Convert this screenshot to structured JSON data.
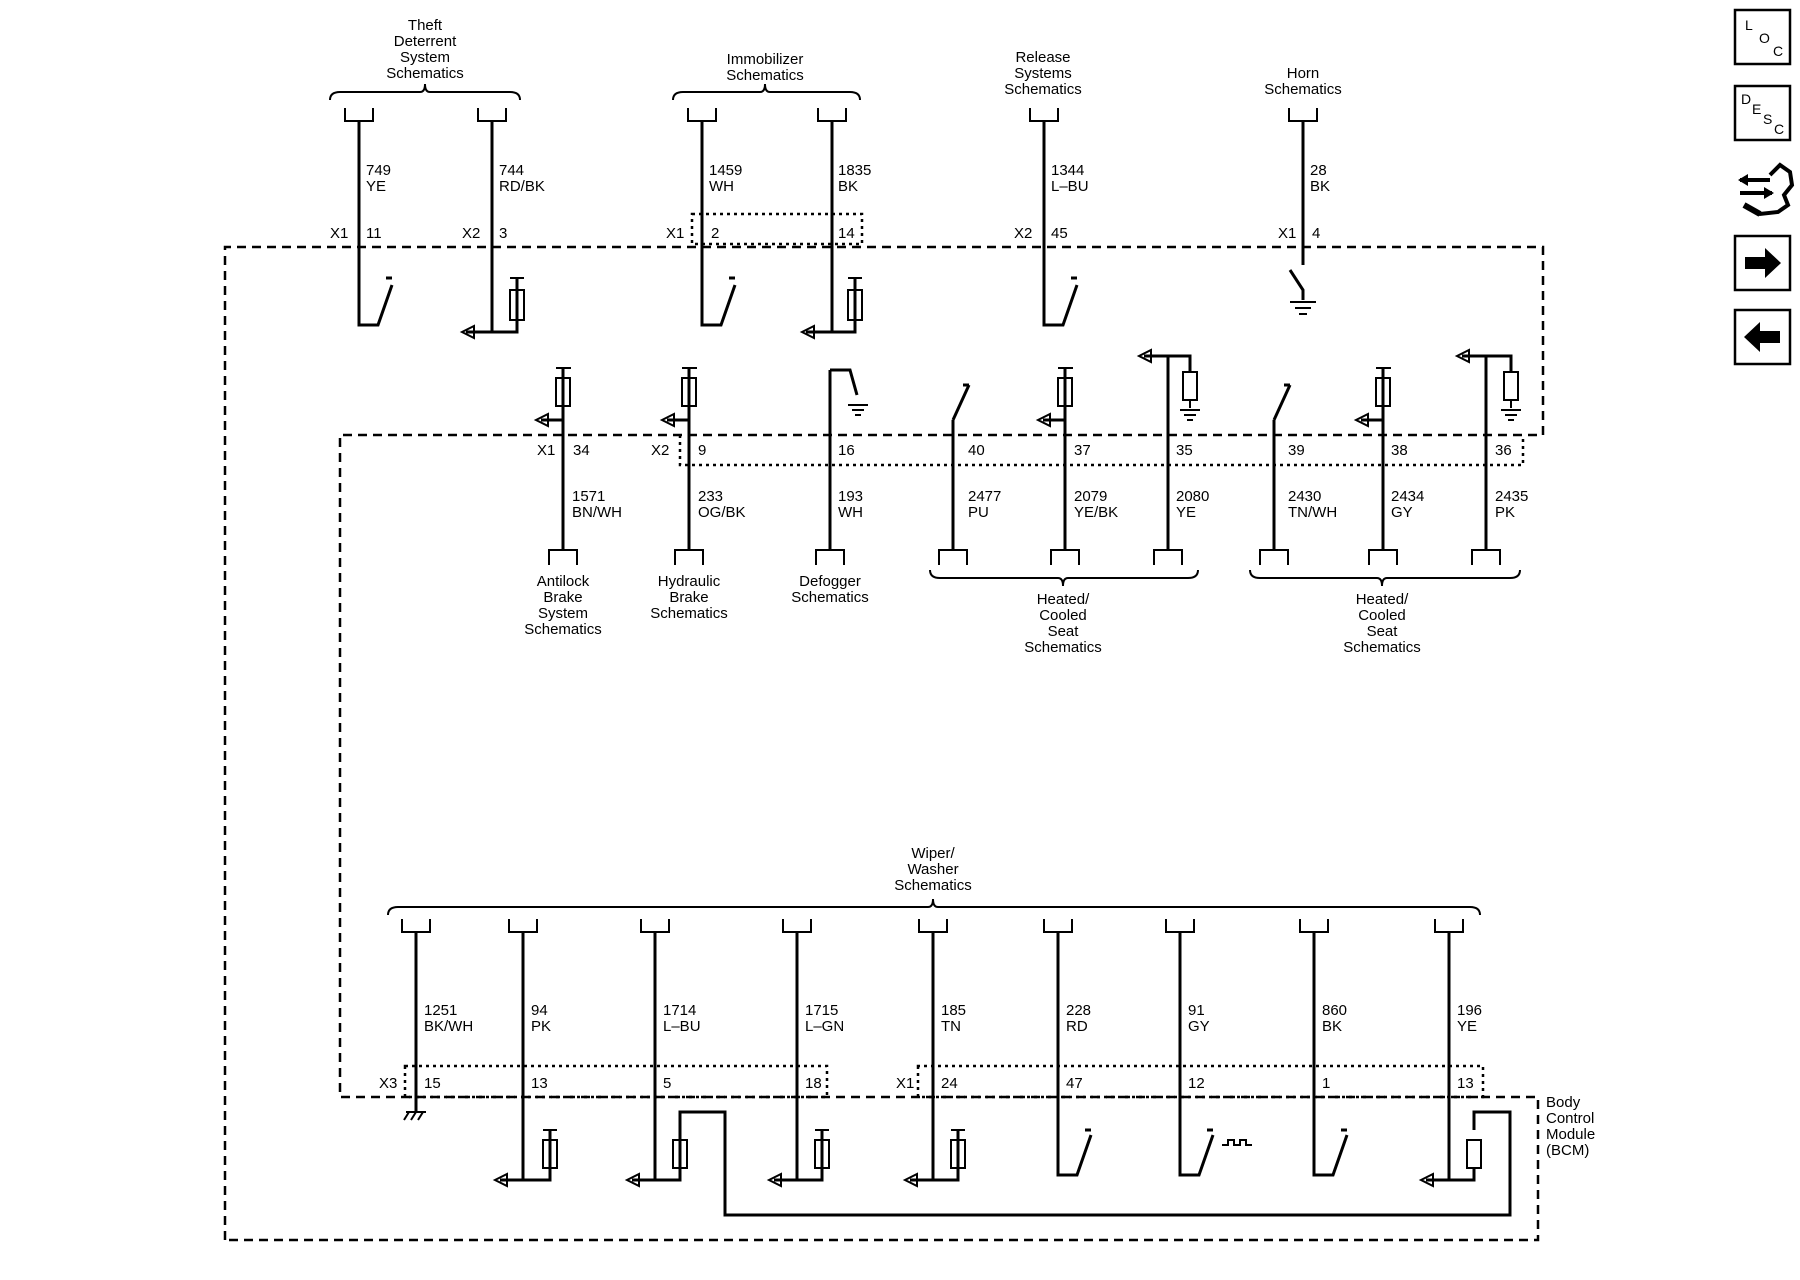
{
  "module": {
    "label_lines": [
      "Body",
      "Control",
      "Module",
      "(BCM)"
    ]
  },
  "top_groups": [
    {
      "lines": [
        "Theft",
        "Deterrent",
        "System",
        "Schematics"
      ]
    },
    {
      "lines": [
        "Immobilizer",
        "Schematics"
      ]
    },
    {
      "lines": [
        "Release",
        "Systems",
        "Schematics"
      ]
    },
    {
      "lines": [
        "Horn",
        "Schematics"
      ]
    }
  ],
  "top_circuits": [
    {
      "circuit": "749",
      "color": "YE",
      "connector": "X1",
      "pin": "11"
    },
    {
      "circuit": "744",
      "color": "RD/BK",
      "connector": "X2",
      "pin": "3"
    },
    {
      "circuit": "1459",
      "color": "WH",
      "connector": "X1",
      "pin": "2"
    },
    {
      "circuit": "1835",
      "color": "BK",
      "connector": "",
      "pin": "14"
    },
    {
      "circuit": "1344",
      "color": "L–BU",
      "connector": "X2",
      "pin": "45"
    },
    {
      "circuit": "28",
      "color": "BK",
      "connector": "X1",
      "pin": "4"
    }
  ],
  "middle_circuits": [
    {
      "circuit": "1571",
      "color": "BN/WH",
      "connector": "X1",
      "pin": "34"
    },
    {
      "circuit": "233",
      "color": "OG/BK",
      "connector": "X2",
      "pin": "9"
    },
    {
      "circuit": "193",
      "color": "WH",
      "connector": "",
      "pin": "16"
    },
    {
      "circuit": "2477",
      "color": "PU",
      "connector": "",
      "pin": "40"
    },
    {
      "circuit": "2079",
      "color": "YE/BK",
      "connector": "",
      "pin": "37"
    },
    {
      "circuit": "2080",
      "color": "YE",
      "connector": "",
      "pin": "35"
    },
    {
      "circuit": "2430",
      "color": "TN/WH",
      "connector": "",
      "pin": "39"
    },
    {
      "circuit": "2434",
      "color": "GY",
      "connector": "",
      "pin": "38"
    },
    {
      "circuit": "2435",
      "color": "PK",
      "connector": "",
      "pin": "36"
    }
  ],
  "middle_groups": [
    {
      "lines": [
        "Antilock",
        "Brake",
        "System",
        "Schematics"
      ]
    },
    {
      "lines": [
        "Hydraulic",
        "Brake",
        "Schematics"
      ]
    },
    {
      "lines": [
        "Defogger",
        "Schematics"
      ]
    },
    {
      "lines": [
        "Heated/",
        "Cooled",
        "Seat",
        "Schematics"
      ]
    },
    {
      "lines": [
        "Heated/",
        "Cooled",
        "Seat",
        "Schematics"
      ]
    }
  ],
  "bottom_group": {
    "lines": [
      "Wiper/",
      "Washer",
      "Schematics"
    ]
  },
  "bottom_circuits": [
    {
      "circuit": "1251",
      "color": "BK/WH",
      "connector": "X3",
      "pin": "15"
    },
    {
      "circuit": "94",
      "color": "PK",
      "connector": "",
      "pin": "13"
    },
    {
      "circuit": "1714",
      "color": "L–BU",
      "connector": "",
      "pin": "5"
    },
    {
      "circuit": "1715",
      "color": "L–GN",
      "connector": "",
      "pin": "18"
    },
    {
      "circuit": "185",
      "color": "TN",
      "connector": "X1",
      "pin": "24"
    },
    {
      "circuit": "228",
      "color": "RD",
      "connector": "",
      "pin": "47"
    },
    {
      "circuit": "91",
      "color": "GY",
      "connector": "",
      "pin": "12"
    },
    {
      "circuit": "860",
      "color": "BK",
      "connector": "",
      "pin": "1"
    },
    {
      "circuit": "196",
      "color": "YE",
      "connector": "",
      "pin": "13"
    }
  ],
  "nav": {
    "loc": {
      "L": "L",
      "O": "O",
      "C": "C"
    },
    "desc": {
      "D": "D",
      "E": "E",
      "S": "S",
      "C": "C"
    },
    "icons": [
      "loc-icon",
      "desc-icon",
      "connector-repair-icon",
      "next-arrow-icon",
      "previous-arrow-icon"
    ]
  }
}
